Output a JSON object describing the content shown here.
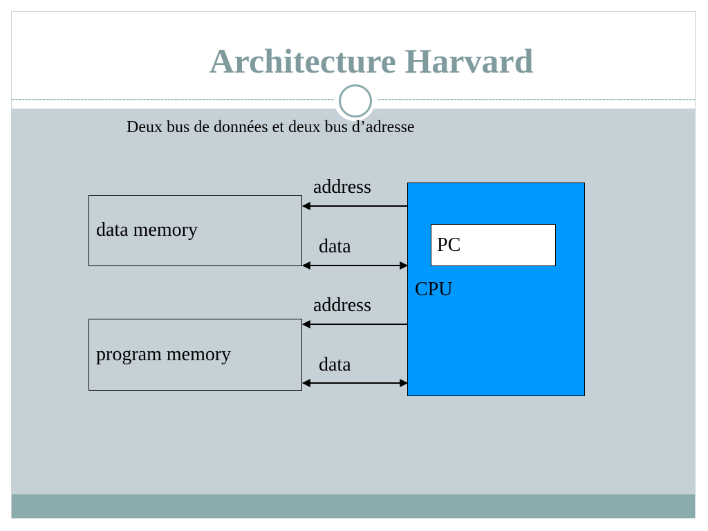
{
  "slide": {
    "title": "Architecture Harvard",
    "subtitle": "Deux bus de données et deux bus d’adresse"
  },
  "diagram": {
    "data_memory": "data memory",
    "program_memory": "program memory",
    "cpu": "CPU",
    "pc": "PC",
    "buses": {
      "data_address": "address",
      "data_data": "data",
      "program_address": "address",
      "program_data": "data"
    }
  },
  "colors": {
    "title": "#7f9b9e",
    "content_bg": "#c6d1d7",
    "footer": "#8aacad",
    "cpu": "#0099ff"
  }
}
